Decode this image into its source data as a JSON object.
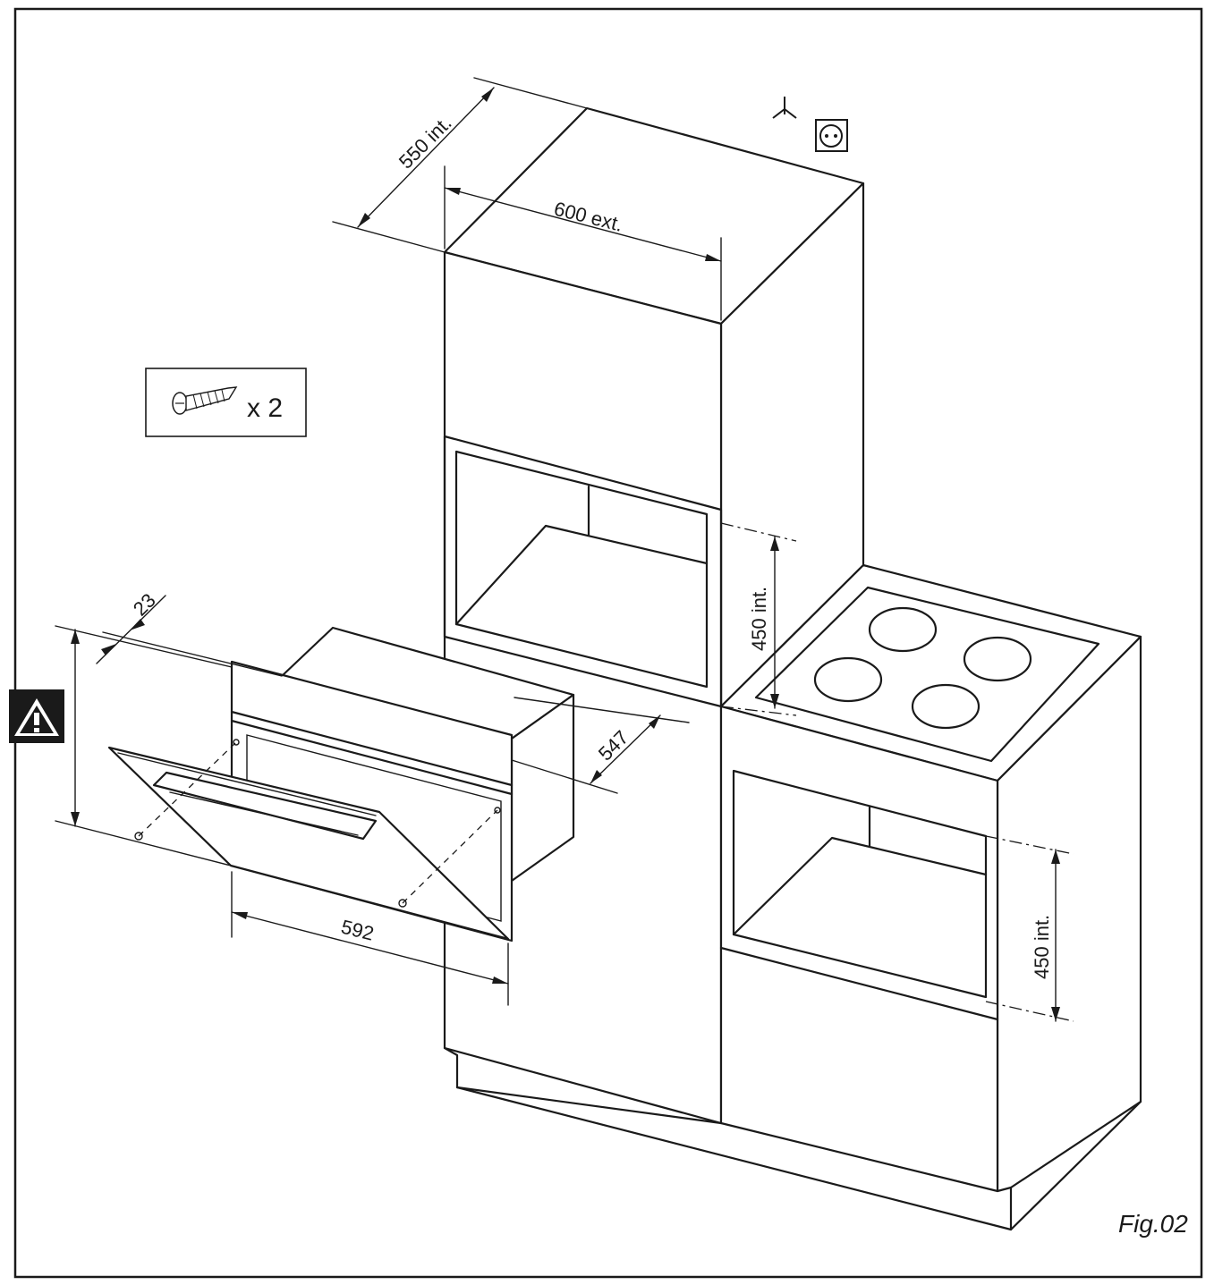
{
  "dimensions": {
    "cabinet_depth": "550 int.",
    "cabinet_width": "600 ext.",
    "niche_height_upper": "450 int.",
    "niche_height_lower": "450 int.",
    "oven_front_thickness": "23",
    "oven_depth": "547",
    "oven_width": "592"
  },
  "screws": {
    "quantity": "x 2"
  },
  "figure_label": "Fig.02",
  "icons": {
    "warning": "warning-triangle-icon",
    "earth": "earth-symbol-icon",
    "socket": "power-socket-icon",
    "screw": "screw-icon"
  }
}
